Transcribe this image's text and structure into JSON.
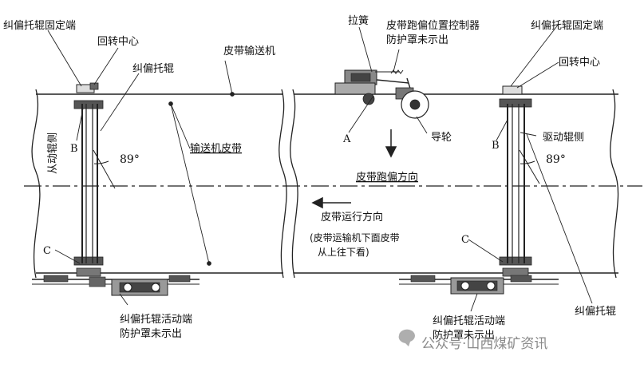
{
  "labels": {
    "left_fixed_end": "纠偏托辊固定端",
    "left_rotation_center": "回转中心",
    "left_idler": "纠偏托辊",
    "conveyor": "皮带输送机",
    "pull_spring": "拉簧",
    "controller_line1": "皮带跑偏位置控制器",
    "controller_line2": "防护罩未示出",
    "right_fixed_end": "纠偏托辊固定端",
    "right_rotation_center": "回转中心",
    "driven_roller_side": "从动辊侧",
    "conveyor_belt": "输送机皮带",
    "guide_wheel": "导轮",
    "drive_roller_side": "驱动辊侧",
    "deviation_direction": "皮带跑偏方向",
    "running_direction": "皮带运行方向",
    "note_line1": "(皮带运输机下面皮带",
    "note_line2": "从上往下看)",
    "left_moving_end_line1": "纠偏托辊活动端",
    "left_moving_end_line2": "防护罩未示出",
    "right_moving_end_line1": "纠偏托辊活动端",
    "right_moving_end_line2": "防护罩未示出",
    "right_idler": "纠偏托辊",
    "point_a": "A",
    "point_b_left": "B",
    "point_b_right": "B",
    "point_c_left": "C",
    "point_c_right": "C",
    "angle_left": "89°",
    "angle_right": "89°"
  },
  "watermark": "公众号·山西煤矿资讯"
}
